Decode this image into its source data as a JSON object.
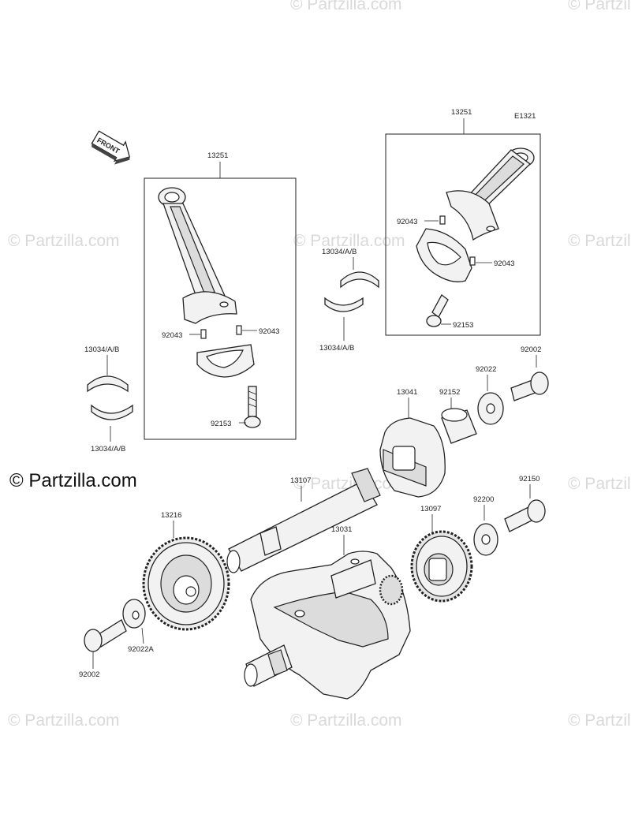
{
  "diagram_code": "E1321",
  "front_label": "FRONT",
  "watermark": "© Partzilla.com",
  "parts": {
    "conrod_left": "13251",
    "conrod_right": "13251",
    "bearing_a1": "13034/A/B",
    "bearing_a2": "13034/A/B",
    "bearing_b1": "13034/A/B",
    "bearing_b2": "13034/A/B",
    "dowel_l1": "92043",
    "dowel_l2": "92043",
    "dowel_r1": "92043",
    "dowel_r2": "92043",
    "bolt_l": "92153",
    "bolt_r": "92153",
    "bolt_top": "92002",
    "washer_top": "92022",
    "collar": "92152",
    "rotor": "13041",
    "shaft": "13107",
    "bolt_mid": "92150",
    "washer_mid": "92200",
    "gear_left": "13216",
    "crankshaft": "13031",
    "gear_right": "13097",
    "washer_bottom": "92022A",
    "bolt_bottom": "92002"
  }
}
